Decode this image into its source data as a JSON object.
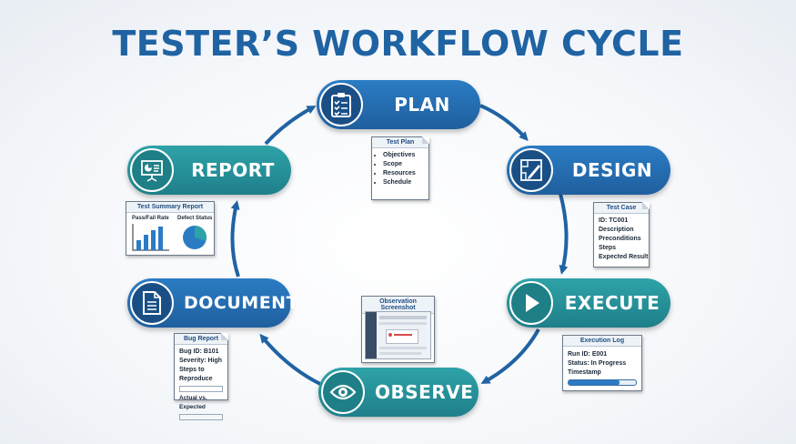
{
  "title": "TESTER’S WORKFLOW CYCLE",
  "colors": {
    "blue": "#1f63a3",
    "teal": "#2a9aa0",
    "navy": "#1a4f86"
  },
  "stages": {
    "plan": {
      "label": "PLAN",
      "icon": "clipboard-checklist-icon"
    },
    "design": {
      "label": "DESIGN",
      "icon": "blueprint-ruler-icon"
    },
    "execute": {
      "label": "EXECUTE",
      "icon": "play-icon"
    },
    "observe": {
      "label": "OBSERVE",
      "icon": "eye-icon"
    },
    "document": {
      "label": "DOCUMENT",
      "icon": "document-icon"
    },
    "report": {
      "label": "REPORT",
      "icon": "presentation-chart-icon"
    }
  },
  "cards": {
    "test_plan": {
      "title": "Test Plan",
      "items": [
        "Objectives",
        "Scope",
        "Resources",
        "Schedule"
      ]
    },
    "test_case": {
      "title": "Test Case",
      "lines": [
        "ID: TC001",
        "Description",
        "Preconditions",
        "Steps",
        "Expected Result"
      ]
    },
    "execution_log": {
      "title": "Execution Log",
      "lines": [
        "Run ID: E001",
        "Status: In Progress",
        "Timestamp"
      ]
    },
    "observation": {
      "title": "Observation Screenshot"
    },
    "bug_report": {
      "title": "Bug Report",
      "lines": [
        "Bug ID: B101",
        "Severity: High",
        "Steps to Reproduce",
        "Actual vs. Expected"
      ]
    },
    "summary": {
      "title": "Test Summary Report",
      "left_label": "Pass/Fail Rate",
      "right_label": "Defect Status"
    }
  }
}
